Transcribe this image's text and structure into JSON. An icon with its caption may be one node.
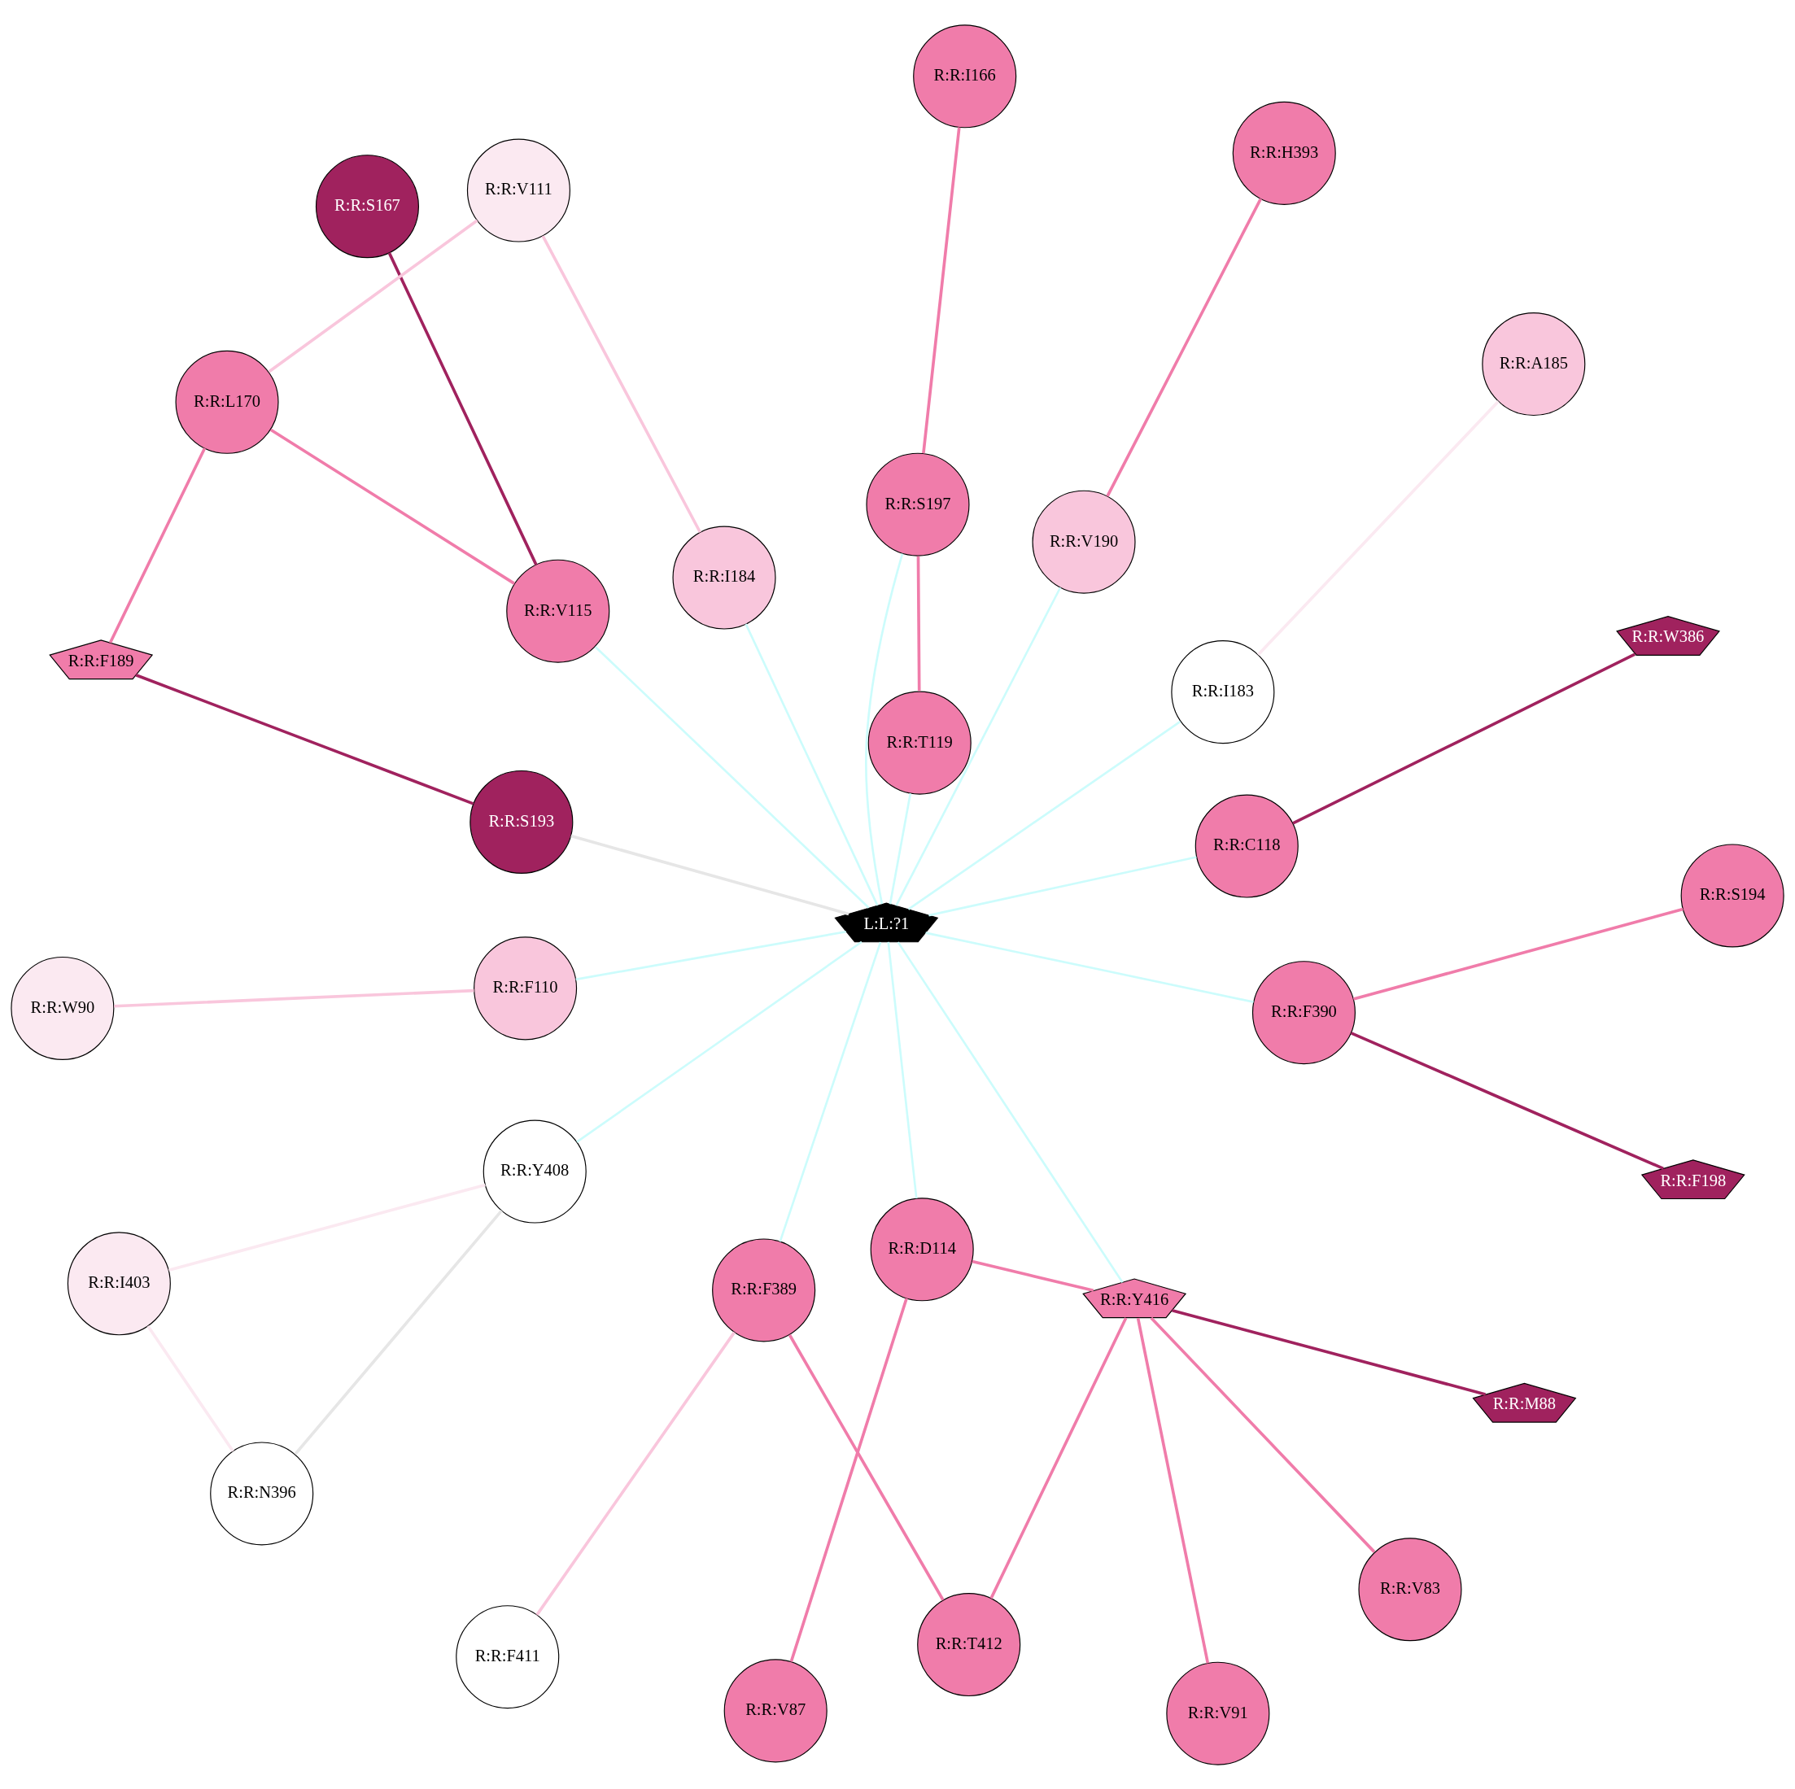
{
  "diagram": {
    "nodes": [
      {
        "text": [
          "L:L:?1"
        ]
      },
      {
        "text": [
          "R:R:A185"
        ]
      },
      {
        "text": [
          "R:R:V87"
        ]
      },
      {
        "text": [
          "R:R:M88"
        ]
      },
      {
        "text": [
          "R:R:V83"
        ]
      },
      {
        "text": [
          "R:R:W90"
        ]
      },
      {
        "text": [
          "R:R:I403"
        ]
      },
      {
        "text": [
          "R:R:Y416"
        ]
      },
      {
        "text": [
          "R:R:F110"
        ]
      },
      {
        "text": [
          "R:R:D114"
        ]
      },
      {
        "text": [
          "R:R:V91"
        ]
      },
      {
        "text": [
          "R:R:Y408"
        ]
      },
      {
        "text": [
          "R:R:V115"
        ]
      },
      {
        "text": [
          "R:R:N396"
        ]
      },
      {
        "text": [
          "R:R:V111"
        ]
      },
      {
        "text": [
          "R:R:F390"
        ]
      },
      {
        "text": [
          "R:R:C118"
        ]
      },
      {
        "text": [
          "R:R:T412"
        ]
      },
      {
        "text": [
          "R:R:F389"
        ]
      },
      {
        "text": [
          "R:R:S167"
        ]
      },
      {
        "text": [
          "R:R:T119"
        ]
      },
      {
        "text": [
          "R:R:F411"
        ]
      },
      {
        "text": [
          "R:R:S197"
        ]
      },
      {
        "text": [
          "R:R:I183"
        ]
      },
      {
        "text": [
          "R:R:L170"
        ]
      },
      {
        "text": [
          "R:R:S193"
        ]
      },
      {
        "text": [
          "R:R:V190"
        ]
      },
      {
        "text": [
          "R:R:I184"
        ]
      },
      {
        "text": [
          "R:R:F198"
        ]
      },
      {
        "text": [
          "R:R:W386"
        ]
      },
      {
        "text": [
          "R:R:S194"
        ]
      },
      {
        "text": [
          "R:R:H393"
        ]
      },
      {
        "text": [
          "R:R:F189"
        ]
      },
      {
        "text": [
          "R:R:I166"
        ]
      }
    ],
    "edges": [
      {
        "from": 0,
        "to": 7,
        "arrow": "none"
      },
      {
        "from": 0,
        "to": 8,
        "arrow": "none"
      },
      {
        "from": 0,
        "to": 9,
        "arrow": "none"
      },
      {
        "from": 0,
        "to": 11,
        "arrow": "none"
      },
      {
        "from": 0,
        "to": 12,
        "arrow": "none"
      },
      {
        "from": 0,
        "to": 15,
        "arrow": "none"
      },
      {
        "from": 0,
        "to": 16,
        "arrow": "none"
      },
      {
        "from": 0,
        "to": 18,
        "arrow": "none"
      },
      {
        "from": 0,
        "to": 20,
        "arrow": "none"
      },
      {
        "from": 0,
        "to": 22,
        "arrow": "none"
      },
      {
        "from": 0,
        "to": 23,
        "arrow": "none"
      },
      {
        "from": 0,
        "to": 27,
        "arrow": "none"
      },
      {
        "from": 0,
        "to": 26,
        "arrow": "none"
      },
      {
        "from": 0,
        "to": 25,
        "arrow": "none",
        "color": "#e6e6e6"
      },
      {
        "from": 7,
        "to": 4,
        "arrow": "none",
        "color": "#f07caa"
      },
      {
        "from": 7,
        "to": 3,
        "arrow": "none",
        "color": "#a0225e"
      },
      {
        "from": 7,
        "to": 9,
        "arrow": "none",
        "color": "#f07caa"
      },
      {
        "from": 7,
        "to": 10,
        "arrow": "none",
        "color": "#f07caa"
      },
      {
        "from": 7,
        "to": 17,
        "arrow": "none",
        "color": "#f07caa"
      },
      {
        "from": 8,
        "to": 5,
        "arrow": "none",
        "color": "#f9c6dc"
      },
      {
        "from": 9,
        "to": 2,
        "arrow": "none",
        "color": "#f07caa"
      },
      {
        "from": 1,
        "to": 23,
        "arrow": "none",
        "color": "#fbe9f1"
      },
      {
        "from": 6,
        "to": 11,
        "arrow": "none",
        "color": "#fbe9f1"
      },
      {
        "from": 6,
        "to": 13,
        "arrow": "none",
        "color": "#fbe9f1"
      },
      {
        "from": 11,
        "to": 13,
        "arrow": "none",
        "color": "#e6e6e6"
      },
      {
        "from": 12,
        "to": 19,
        "arrow": "none",
        "color": "#a0225e"
      },
      {
        "from": 12,
        "to": 24,
        "arrow": "none",
        "color": "#f07caa"
      },
      {
        "from": 14,
        "to": 27,
        "arrow": "none",
        "color": "#f9c6dc"
      },
      {
        "from": 14,
        "to": 24,
        "arrow": "none",
        "color": "#f9c6dc"
      },
      {
        "from": 16,
        "to": 29,
        "arrow": "none",
        "color": "#a0225e"
      },
      {
        "from": 15,
        "to": 28,
        "arrow": "none",
        "color": "#a0225e"
      },
      {
        "from": 15,
        "to": 30,
        "arrow": "none",
        "color": "#f07caa"
      },
      {
        "from": 17,
        "to": 18,
        "arrow": "none",
        "color": "#f07caa"
      },
      {
        "from": 18,
        "to": 21,
        "arrow": "none",
        "color": "#f9c6dc"
      },
      {
        "from": 20,
        "to": 22,
        "arrow": "none",
        "color": "#f07caa"
      },
      {
        "from": 22,
        "to": 33,
        "arrow": "none",
        "color": "#f07caa"
      },
      {
        "from": 25,
        "to": 32,
        "arrow": "none",
        "color": "#a0225e"
      },
      {
        "from": 26,
        "to": 31,
        "arrow": "none",
        "color": "#f07caa"
      },
      {
        "from": 24,
        "to": 32,
        "arrow": "none",
        "color": "#f07caa"
      }
    ]
  }
}
